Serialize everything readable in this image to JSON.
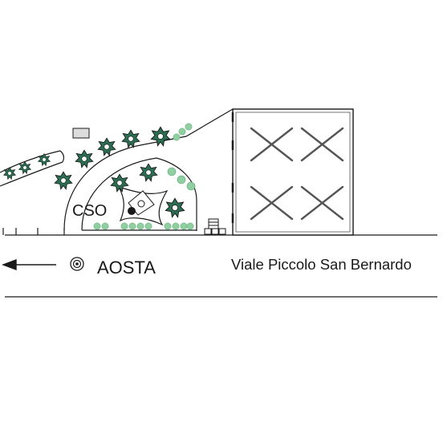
{
  "labels": {
    "site": "CSO",
    "direction": "AOSTA",
    "street": "Viale Piccolo San Bernardo"
  },
  "icons": {
    "direction_arrow": "arrow-left-icon",
    "city_marker": "bullseye-icon",
    "site_marker": "filled-circle-icon",
    "tree": "tree-icon",
    "hedge": "hedge-icon"
  },
  "colors": {
    "ink": "#1a1a1a",
    "tree_fill": "#2b6e52",
    "hedge_fill": "#8fcfa0",
    "paper": "#ffffff",
    "small_block": "#dddddd"
  }
}
